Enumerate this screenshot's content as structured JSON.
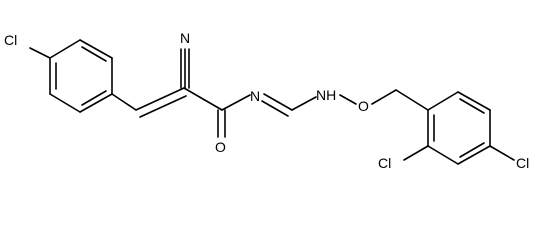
{
  "molecule": {
    "atoms": {
      "cl_phenyl": "Cl",
      "nitrile_n": "N",
      "imine_n": "N",
      "carbonyl_o": "O",
      "amine_nh": "NH",
      "ether_o": "O",
      "cl_ortho": "Cl",
      "cl_para": "Cl"
    }
  }
}
